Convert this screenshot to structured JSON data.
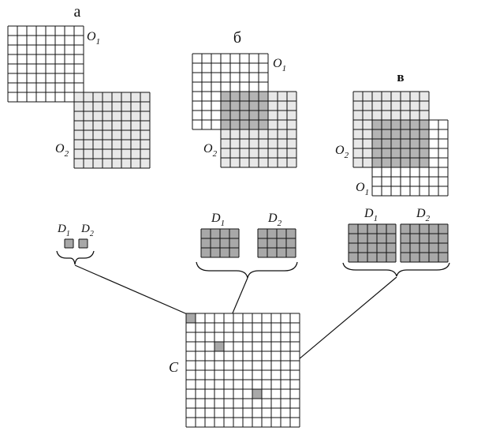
{
  "panels": {
    "a": "а",
    "b": "б",
    "v": "в"
  },
  "matrix_labels": {
    "O": "O",
    "D": "D",
    "C": "C",
    "sub1": "1",
    "sub2": "2"
  },
  "colors": {
    "grid_line": "#111111",
    "empty_cell": "#ffffff",
    "single_coverage": "#e8e8e8",
    "overlap": "#b4b4b4",
    "result_cell": "#a8a8a8"
  }
}
